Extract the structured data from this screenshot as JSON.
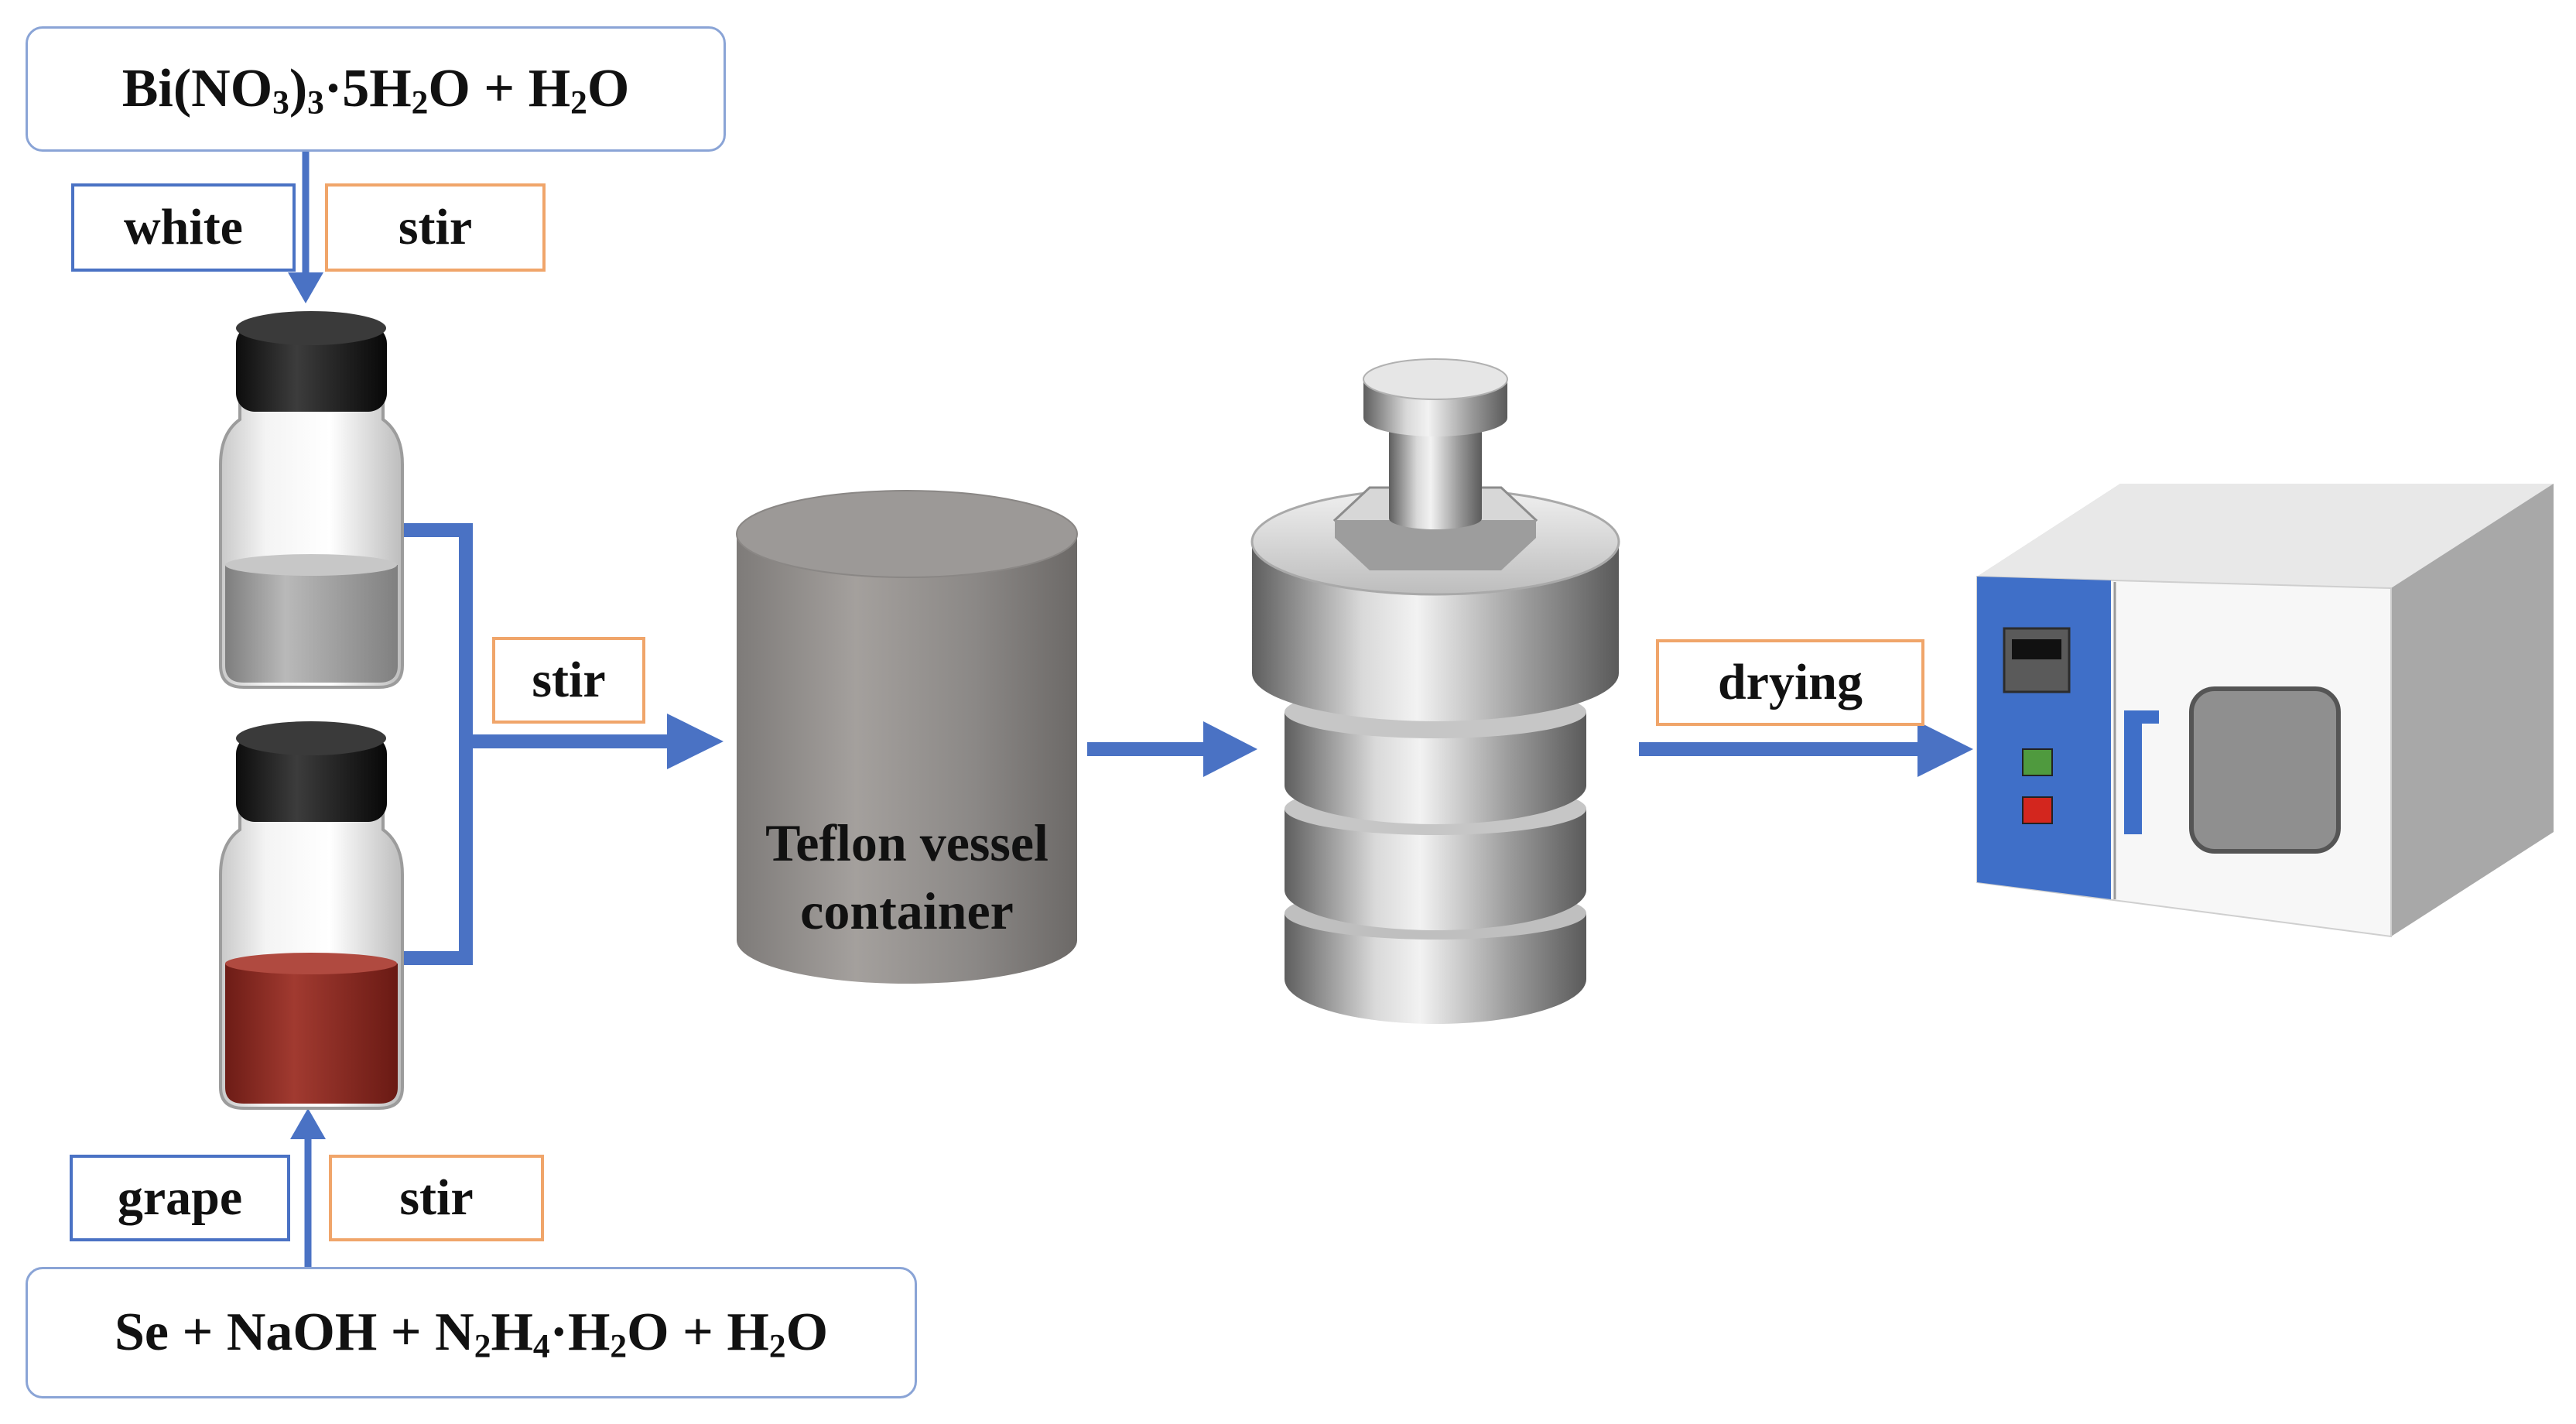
{
  "figure": {
    "top_formula": {
      "prefix": "Bi(NO",
      "sub1": "3",
      "close": ")",
      "sub2": "3",
      "suffix_a": "·5H",
      "sub3": "2",
      "suffix_b": "O + H",
      "sub4": "2",
      "suffix_c": "O"
    },
    "bottom_formula": {
      "part1": "Se + NaOH + N",
      "sub1": "2",
      "part2": "H",
      "sub2": "4",
      "part3": "·H",
      "sub3": "2",
      "part4": "O + H",
      "sub4": "2",
      "part5": "O"
    },
    "labels": {
      "white": "white",
      "stir_top": "stir",
      "grape": "grape",
      "stir_bottom": "stir",
      "stir_middle": "stir",
      "drying": "drying"
    },
    "vessel": {
      "line1": "Teflon vessel",
      "line2": "container"
    },
    "colors": {
      "arrow": "#4a72c4",
      "formula_border": "#8aa4d6",
      "blue_label_border": "#4a72c4",
      "orange_label_border": "#f0a56a",
      "white_solution": "#9a9a9a",
      "grape_solution": "#8e2b23",
      "oven_panel": "#3f6fc8"
    }
  }
}
